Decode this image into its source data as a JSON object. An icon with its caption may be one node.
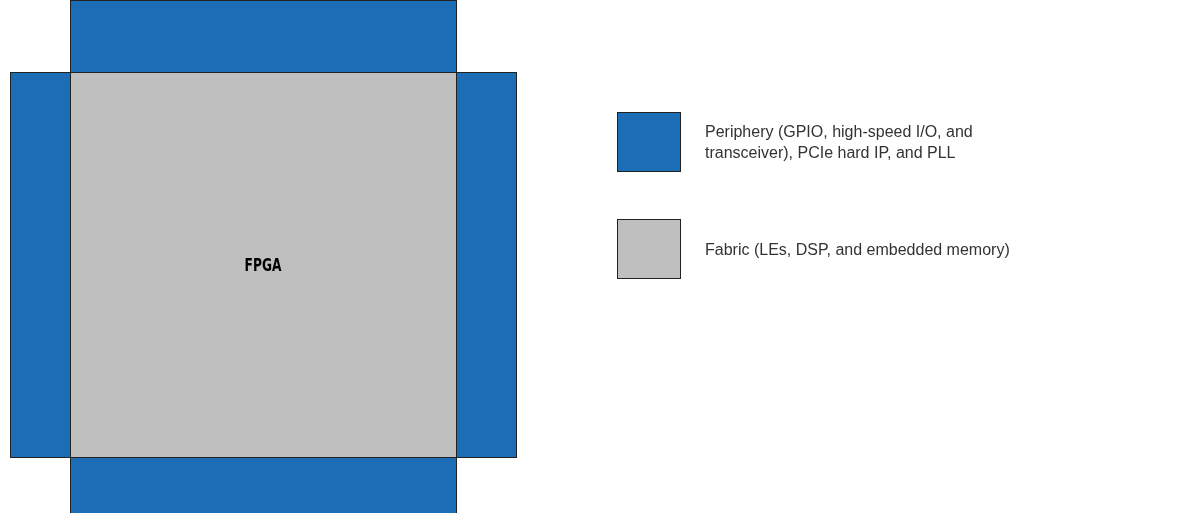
{
  "diagram": {
    "nodes": [
      {
        "text": [],
        "shape": "box"
      },
      {
        "text": [],
        "shape": "box"
      },
      {
        "text": [
          "FPGA"
        ]
      },
      {
        "text": [],
        "shape": "box"
      },
      {
        "text": [],
        "shape": "box"
      }
    ],
    "legend": [
      {
        "text": "Periphery (GPIO, high-speed I/O, and transceiver), PCIe hard IP, and PLL",
        "color": "#1b6db5"
      },
      {
        "text": "Fabric (LEs, DSP, and embedded memory)",
        "color": "#bfbfbf"
      }
    ]
  }
}
